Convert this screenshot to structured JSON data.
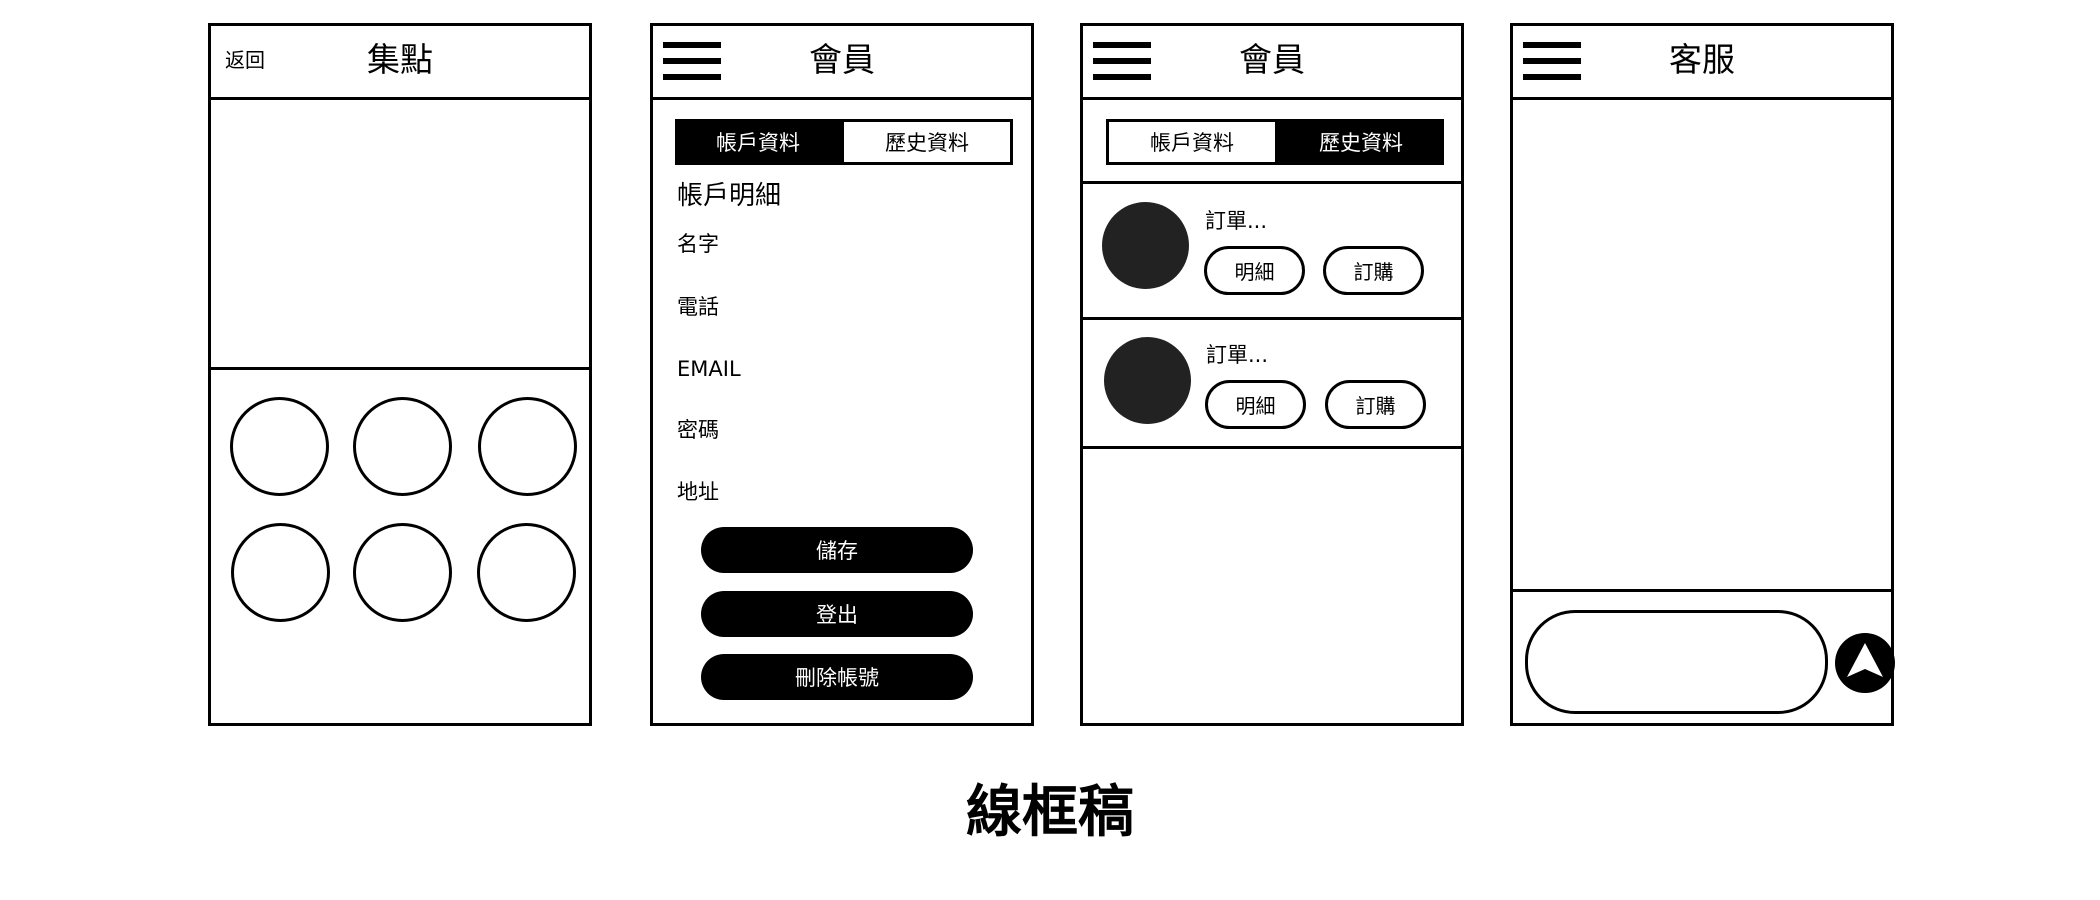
{
  "points_screen": {
    "back_label": "返回",
    "title": "集點",
    "point_slots": [
      "",
      "",
      "",
      "",
      "",
      ""
    ]
  },
  "account_screen": {
    "title": "會員",
    "tabs": {
      "account": "帳戶資料",
      "history": "歷史資料"
    },
    "active_tab": "account",
    "section_title": "帳戶明細",
    "fields": [
      "名字",
      "電話",
      "EMAIL",
      "密碼",
      "地址"
    ],
    "buttons": {
      "save": "儲存",
      "logout": "登出",
      "delete_account": "刪除帳號"
    }
  },
  "history_screen": {
    "title": "會員",
    "tabs": {
      "account": "帳戶資料",
      "history": "歷史資料"
    },
    "active_tab": "history",
    "orders": [
      {
        "label": "訂單...",
        "detail": "明細",
        "reorder": "訂購"
      },
      {
        "label": "訂單...",
        "detail": "明細",
        "reorder": "訂購"
      }
    ]
  },
  "support_screen": {
    "title": "客服",
    "message_input_value": ""
  },
  "caption": "線框稿",
  "colors": {
    "ink": "#000000",
    "paper": "#ffffff",
    "thumbnail": "#222222"
  },
  "icons": {
    "menu": "hamburger-icon",
    "send": "send-arrow-icon"
  }
}
